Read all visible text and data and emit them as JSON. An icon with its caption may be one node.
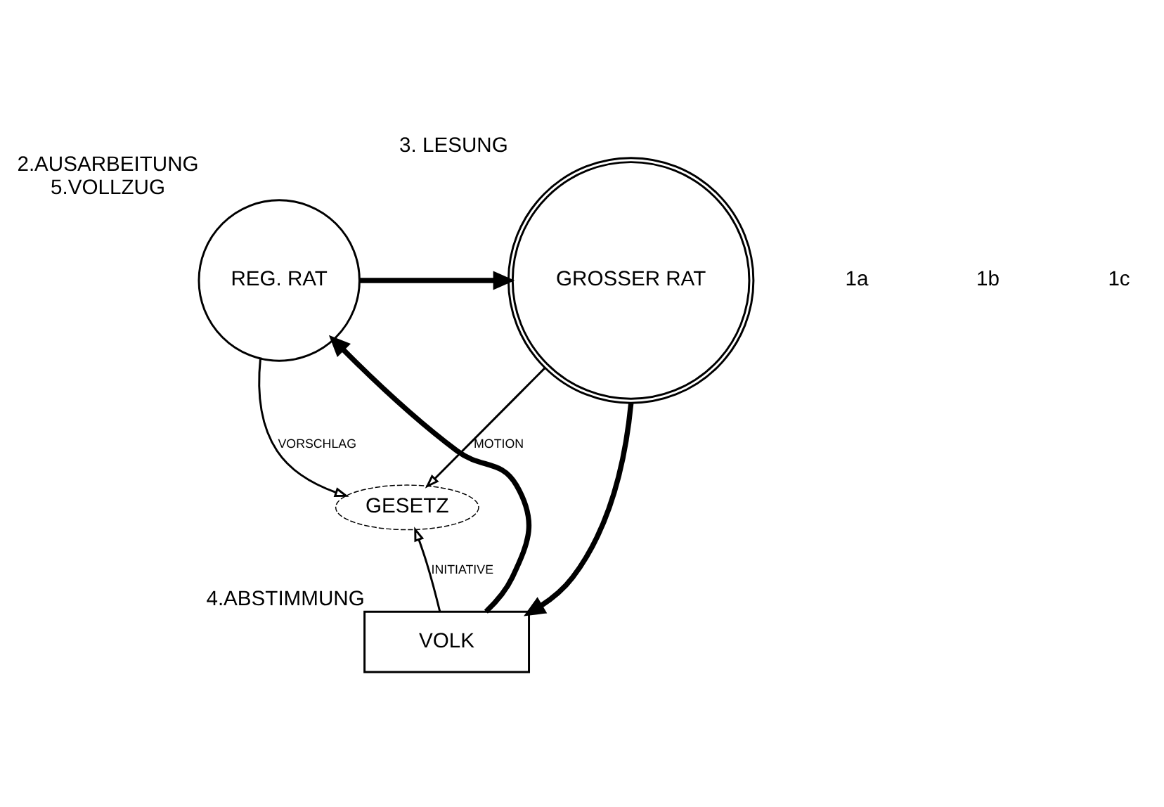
{
  "diagram": {
    "nodes": [
      {
        "text": [
          "REG. RAT"
        ],
        "beside": [
          "2.AUSARBEITUNG",
          "5.VOLLZUG"
        ]
      },
      {
        "text": [
          "GROSSER RAT"
        ],
        "beside": [
          "3. LESUNG"
        ]
      },
      {
        "text": [
          "GESETZ"
        ]
      },
      {
        "text": [
          "VOLK"
        ],
        "beside": [
          "4.ABSTIMMUNG"
        ]
      }
    ],
    "edges": [
      {
        "from": 0,
        "to": 1,
        "arrow": "to",
        "style": "thick"
      },
      {
        "from": 0,
        "to": 2,
        "arrow": "to",
        "label": "VORSCHLAG"
      },
      {
        "from": 1,
        "to": 2,
        "arrow": "to",
        "label": "MOTION"
      },
      {
        "from": 1,
        "to": 3,
        "arrow": "to",
        "style": "thick"
      },
      {
        "from": 3,
        "to": 2,
        "arrow": "to",
        "label": "INITIATIVE"
      },
      {
        "from": 3,
        "to": 0,
        "arrow": "to",
        "style": "thick"
      }
    ],
    "labels": [
      "1a",
      "1b",
      "1c"
    ]
  }
}
